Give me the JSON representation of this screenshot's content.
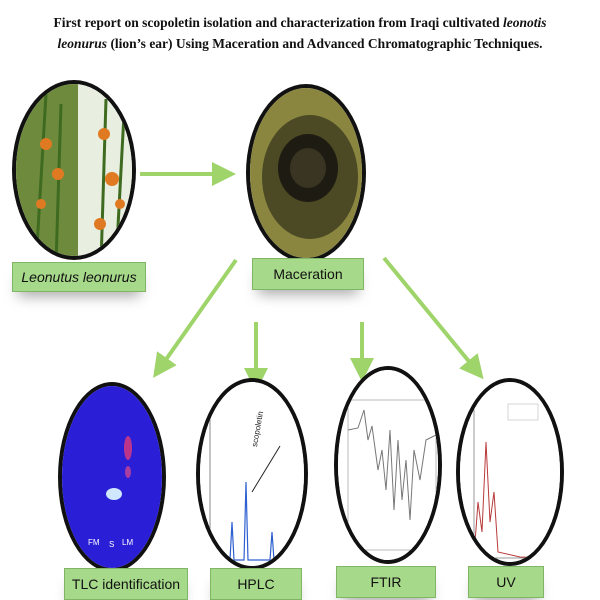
{
  "title": {
    "line1_prefix": "First report on scopoletin isolation and characterization from Iraqi cultivated ",
    "line1_italic": "leonotis",
    "line2_italic": "leonurus",
    "line2_suffix": " (lion’s ear) Using Maceration and Advanced Chromatographic Techniques."
  },
  "nodes": {
    "plant": "Leonutus leonurus",
    "maceration": "Maceration",
    "tlc": "TLC identification",
    "hplc": "HPLC",
    "ftir": "FTIR",
    "uv": "UV"
  },
  "tlc_plate": {
    "spot_labels": [
      "FM",
      "S",
      "LM"
    ]
  },
  "hplc_chart": {
    "annotation": "scopoletin"
  },
  "colors": {
    "arrow": "#9ed46a",
    "label_bg": "#a7d98a",
    "tlc_bg": "#2a1fd6",
    "outline": "#111111"
  }
}
